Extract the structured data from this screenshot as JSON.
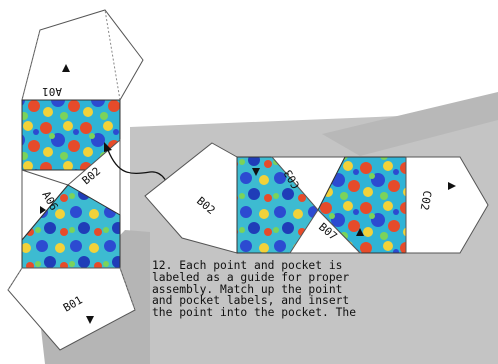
{
  "caption": "12.  Each point and pocket is\nlabeled as a guide for proper\nassembly.  Match up the point\nand pocket labels, and insert\nthe point into the pocket.  The",
  "labels": {
    "a01": "A01",
    "a06": "A06",
    "b01": "B01",
    "b02_left": "B02",
    "b02_center": "B02",
    "b07": "B07",
    "c02": "C02",
    "c03": "C03"
  }
}
